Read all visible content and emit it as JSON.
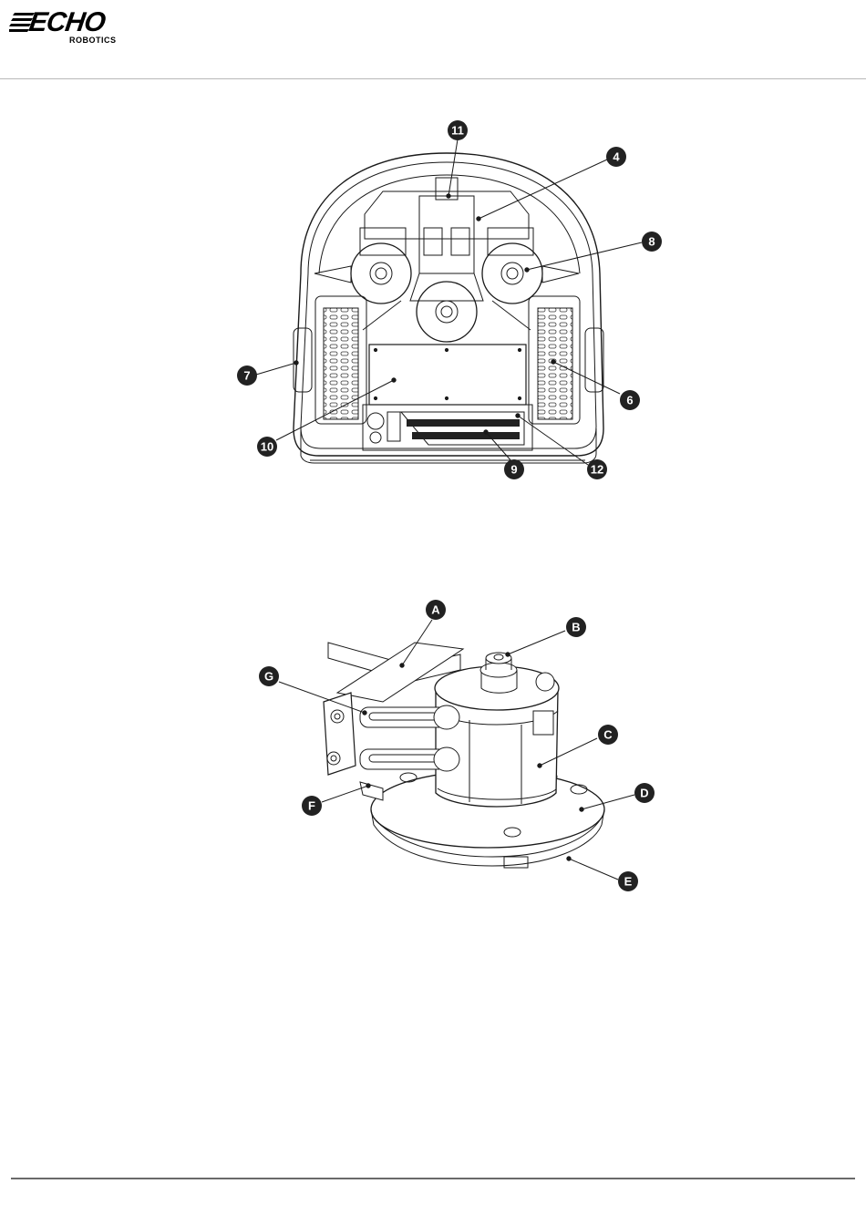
{
  "header": {
    "logo_brand": "ECHO",
    "logo_sub": "ROBOTICS"
  },
  "figure_top": {
    "callouts": [
      "11",
      "4",
      "8",
      "7",
      "6",
      "10",
      "9",
      "12"
    ]
  },
  "figure_bottom": {
    "callouts": [
      "A",
      "B",
      "G",
      "C",
      "D",
      "F",
      "E"
    ]
  },
  "colors": {
    "callout_fill": "#222222",
    "line": "#1a1a1a",
    "rule": "#6a6a6a"
  }
}
